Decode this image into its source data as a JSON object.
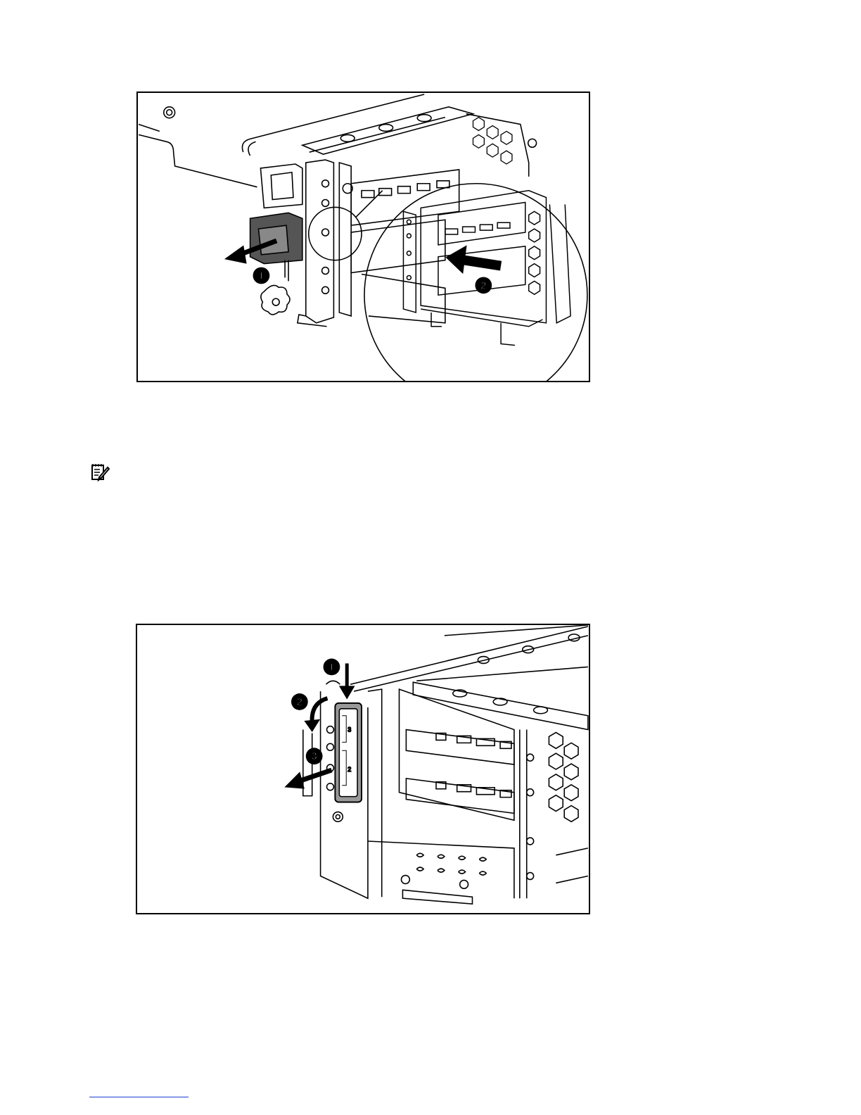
{
  "figure1": {
    "callouts": [
      "1",
      "2"
    ]
  },
  "figure2": {
    "callouts": [
      "1",
      "2",
      "3"
    ],
    "slot_labels": [
      "3",
      "2"
    ]
  },
  "note": {
    "icon": "note-pencil-icon"
  },
  "colors": {
    "line": "#000000",
    "footer_rule": "#1a3fd0"
  }
}
